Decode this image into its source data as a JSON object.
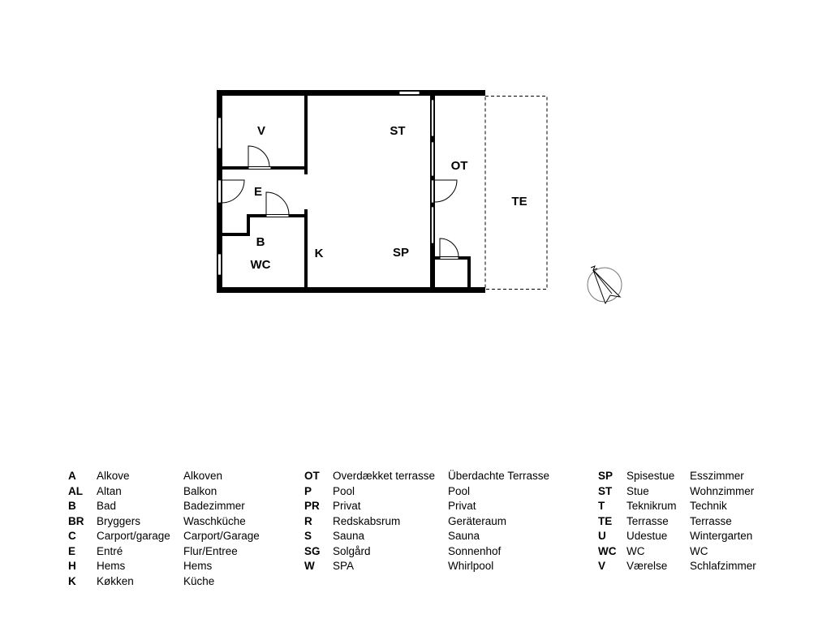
{
  "plan": {
    "rooms": {
      "V": "V",
      "ST": "ST",
      "OT": "OT",
      "TE": "TE",
      "E": "E",
      "B": "B",
      "WC": "WC",
      "K": "K",
      "SP": "SP"
    },
    "compass_icon": "north-arrow-compass"
  },
  "legend": {
    "columns": [
      [
        {
          "code": "A",
          "da": "Alkove",
          "de": "Alkoven"
        },
        {
          "code": "AL",
          "da": "Altan",
          "de": "Balkon"
        },
        {
          "code": "B",
          "da": "Bad",
          "de": "Badezimmer"
        },
        {
          "code": "BR",
          "da": "Bryggers",
          "de": "Waschküche"
        },
        {
          "code": "C",
          "da": "Carport/garage",
          "de": "Carport/Garage"
        },
        {
          "code": "E",
          "da": "Entré",
          "de": "Flur/Entree"
        },
        {
          "code": "H",
          "da": "Hems",
          "de": "Hems"
        },
        {
          "code": "K",
          "da": "Køkken",
          "de": "Küche"
        }
      ],
      [
        {
          "code": "OT",
          "da": "Overdækket terrasse",
          "de": "Überdachte Terrasse"
        },
        {
          "code": "P",
          "da": "Pool",
          "de": "Pool"
        },
        {
          "code": "PR",
          "da": "Privat",
          "de": "Privat"
        },
        {
          "code": "R",
          "da": "Redskabsrum",
          "de": "Geräteraum"
        },
        {
          "code": "S",
          "da": "Sauna",
          "de": "Sauna"
        },
        {
          "code": "SG",
          "da": "Solgård",
          "de": "Sonnenhof"
        },
        {
          "code": "W",
          "da": "SPA",
          "de": "Whirlpool"
        }
      ],
      [
        {
          "code": "SP",
          "da": "Spisestue",
          "de": "Esszimmer"
        },
        {
          "code": "ST",
          "da": "Stue",
          "de": "Wohnzimmer"
        },
        {
          "code": "T",
          "da": "Teknikrum",
          "de": "Technik"
        },
        {
          "code": "TE",
          "da": "Terrasse",
          "de": "Terrasse"
        },
        {
          "code": "U",
          "da": "Udestue",
          "de": "Wintergarten"
        },
        {
          "code": "WC",
          "da": "WC",
          "de": "WC"
        },
        {
          "code": "V",
          "da": "Værelse",
          "de": "Schlafzimmer"
        }
      ]
    ]
  }
}
